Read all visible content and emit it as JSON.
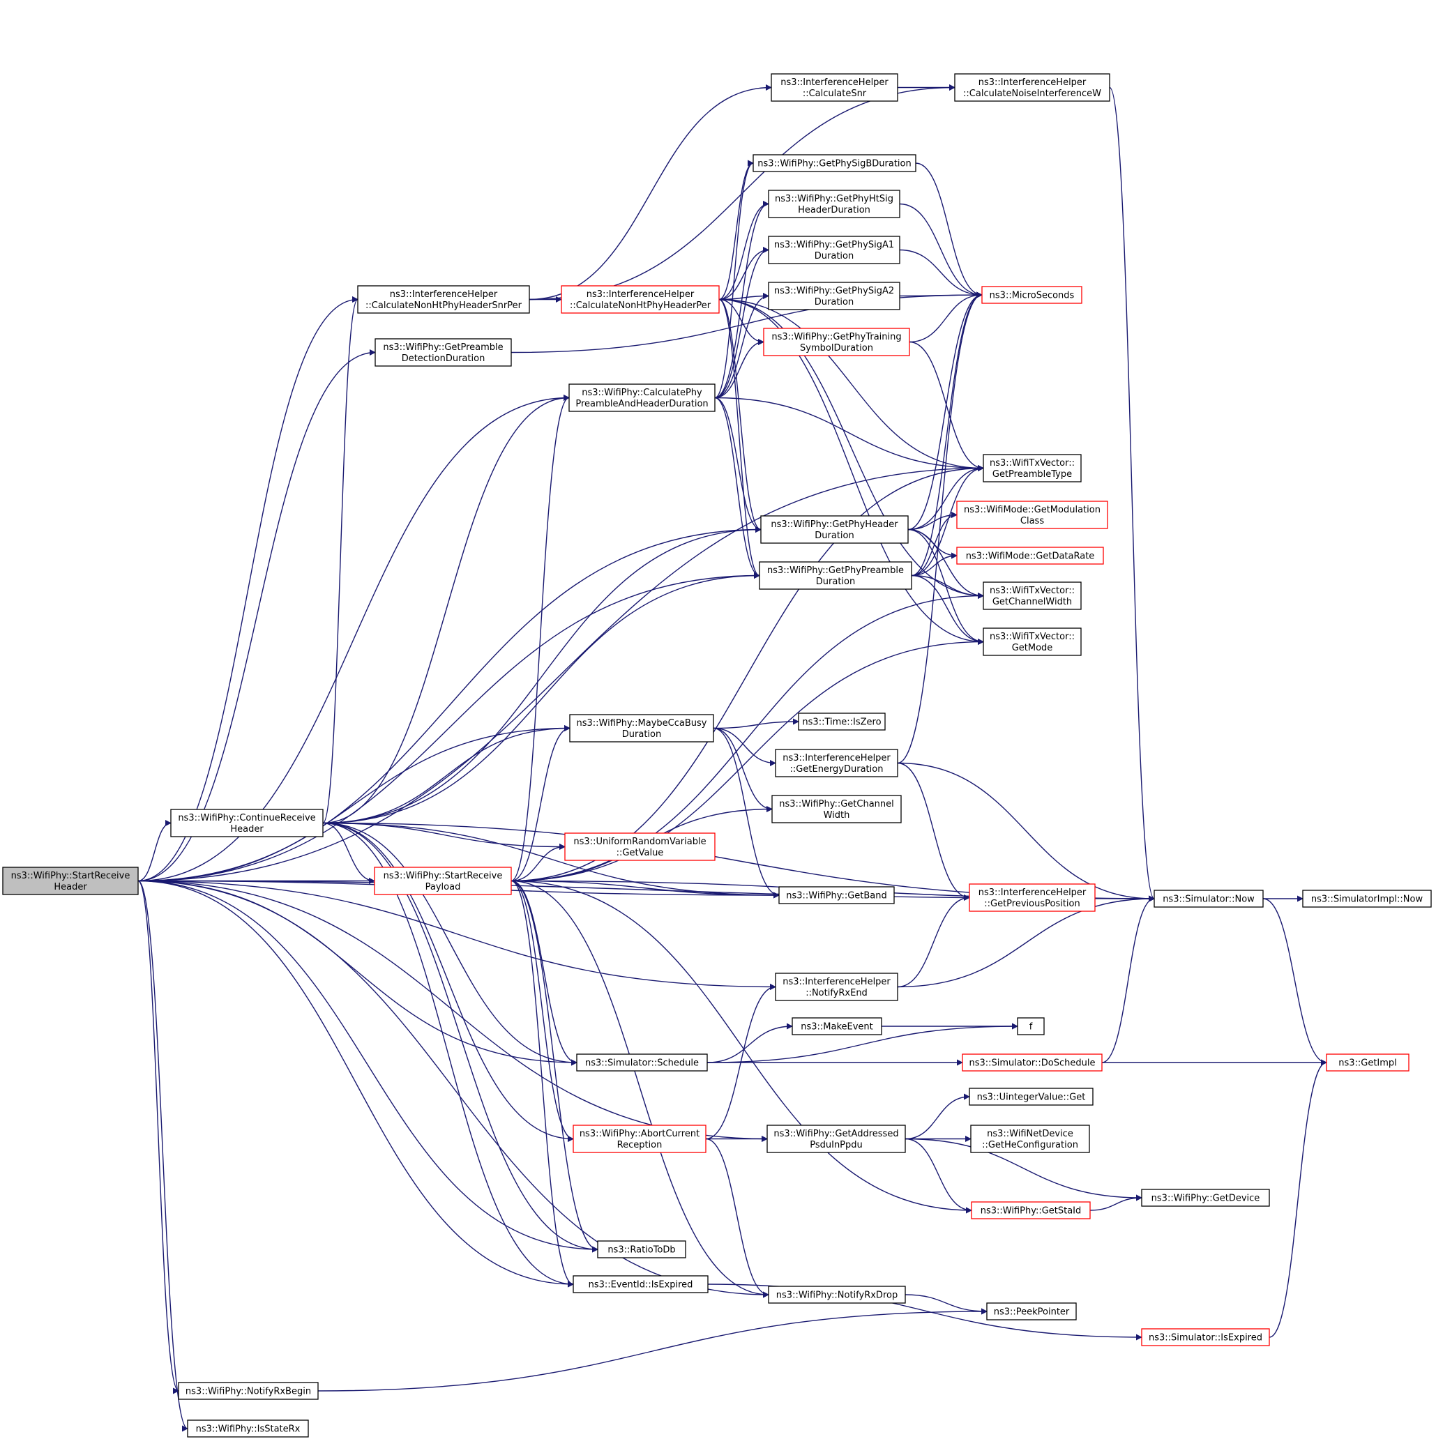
{
  "colors": {
    "edge": "#191970",
    "node_border": "#000000",
    "node_border_undocumented": "#ff0000",
    "root_fill": "#bfbfbf",
    "node_fill": "#ffffff"
  },
  "nodes": [
    {
      "id": "root",
      "lines": [
        "ns3::WifiPhy::StartReceive",
        "Header"
      ],
      "style": "root"
    },
    {
      "id": "calcNonHtSnrPer",
      "lines": [
        "ns3::InterferenceHelper",
        "::CalculateNonHtPhyHeaderSnrPer"
      ],
      "style": "black"
    },
    {
      "id": "getPreambleDet",
      "lines": [
        "ns3::WifiPhy::GetPreamble",
        "DetectionDuration"
      ],
      "style": "black"
    },
    {
      "id": "continueRx",
      "lines": [
        "ns3::WifiPhy::ContinueReceive",
        "Header"
      ],
      "style": "black"
    },
    {
      "id": "notifyRxBegin",
      "lines": [
        "ns3::WifiPhy::NotifyRxBegin"
      ],
      "style": "black"
    },
    {
      "id": "isStateRx",
      "lines": [
        "ns3::WifiPhy::IsStateRx"
      ],
      "style": "black"
    },
    {
      "id": "calcNonHtPer",
      "lines": [
        "ns3::InterferenceHelper",
        "::CalculateNonHtPhyHeaderPer"
      ],
      "style": "red"
    },
    {
      "id": "calcPhyPreamble",
      "lines": [
        "ns3::WifiPhy::CalculatePhy",
        "PreambleAndHeaderDuration"
      ],
      "style": "black"
    },
    {
      "id": "maybeCca",
      "lines": [
        "ns3::WifiPhy::MaybeCcaBusy",
        "Duration"
      ],
      "style": "black"
    },
    {
      "id": "startRxPayload",
      "lines": [
        "ns3::WifiPhy::StartReceive",
        "Payload"
      ],
      "style": "red"
    },
    {
      "id": "schedule",
      "lines": [
        "ns3::Simulator::Schedule"
      ],
      "style": "black"
    },
    {
      "id": "abortRx",
      "lines": [
        "ns3::WifiPhy::AbortCurrent",
        "Reception"
      ],
      "style": "red"
    },
    {
      "id": "ratioToDb",
      "lines": [
        "ns3::RatioToDb"
      ],
      "style": "black"
    },
    {
      "id": "eventIsExpired",
      "lines": [
        "ns3::EventId::IsExpired"
      ],
      "style": "black"
    },
    {
      "id": "uniformRv",
      "lines": [
        "ns3::UniformRandomVariable",
        "::GetValue"
      ],
      "style": "red"
    },
    {
      "id": "calcSnr",
      "lines": [
        "ns3::InterferenceHelper",
        "::CalculateSnr"
      ],
      "style": "black"
    },
    {
      "id": "sigB",
      "lines": [
        "ns3::WifiPhy::GetPhySigBDuration"
      ],
      "style": "black"
    },
    {
      "id": "htSig",
      "lines": [
        "ns3::WifiPhy::GetPhyHtSig",
        "HeaderDuration"
      ],
      "style": "black"
    },
    {
      "id": "sigA1",
      "lines": [
        "ns3::WifiPhy::GetPhySigA1",
        "Duration"
      ],
      "style": "black"
    },
    {
      "id": "sigA2",
      "lines": [
        "ns3::WifiPhy::GetPhySigA2",
        "Duration"
      ],
      "style": "black"
    },
    {
      "id": "trainingSym",
      "lines": [
        "ns3::WifiPhy::GetPhyTraining",
        "SymbolDuration"
      ],
      "style": "red"
    },
    {
      "id": "phyHeader",
      "lines": [
        "ns3::WifiPhy::GetPhyHeader",
        "Duration"
      ],
      "style": "black"
    },
    {
      "id": "phyPreamble",
      "lines": [
        "ns3::WifiPhy::GetPhyPreamble",
        "Duration"
      ],
      "style": "black"
    },
    {
      "id": "isZero",
      "lines": [
        "ns3::Time::IsZero"
      ],
      "style": "black"
    },
    {
      "id": "energyDur",
      "lines": [
        "ns3::InterferenceHelper",
        "::GetEnergyDuration"
      ],
      "style": "black"
    },
    {
      "id": "channelWidth",
      "lines": [
        "ns3::WifiPhy::GetChannel",
        "Width"
      ],
      "style": "black"
    },
    {
      "id": "getBand",
      "lines": [
        "ns3::WifiPhy::GetBand"
      ],
      "style": "black"
    },
    {
      "id": "notifyRxEnd",
      "lines": [
        "ns3::InterferenceHelper",
        "::NotifyRxEnd"
      ],
      "style": "black"
    },
    {
      "id": "makeEvent",
      "lines": [
        "ns3::MakeEvent"
      ],
      "style": "black"
    },
    {
      "id": "addressedPsdu",
      "lines": [
        "ns3::WifiPhy::GetAddressed",
        "PsduInPpdu"
      ],
      "style": "black"
    },
    {
      "id": "notifyRxDrop",
      "lines": [
        "ns3::WifiPhy::NotifyRxDrop"
      ],
      "style": "black"
    },
    {
      "id": "noiseInterf",
      "lines": [
        "ns3::InterferenceHelper",
        "::CalculateNoiseInterferenceW"
      ],
      "style": "black"
    },
    {
      "id": "microSeconds",
      "lines": [
        "ns3::MicroSeconds"
      ],
      "style": "red"
    },
    {
      "id": "preambleType",
      "lines": [
        "ns3::WifiTxVector::",
        "GetPreambleType"
      ],
      "style": "black"
    },
    {
      "id": "modClass",
      "lines": [
        "ns3::WifiMode::GetModulation",
        "Class"
      ],
      "style": "red"
    },
    {
      "id": "dataRate",
      "lines": [
        "ns3::WifiMode::GetDataRate"
      ],
      "style": "red"
    },
    {
      "id": "txChannelWidth",
      "lines": [
        "ns3::WifiTxVector::",
        "GetChannelWidth"
      ],
      "style": "black"
    },
    {
      "id": "txGetMode",
      "lines": [
        "ns3::WifiTxVector::",
        "GetMode"
      ],
      "style": "black"
    },
    {
      "id": "prevPos",
      "lines": [
        "ns3::InterferenceHelper",
        "::GetPreviousPosition"
      ],
      "style": "red"
    },
    {
      "id": "f",
      "lines": [
        "f"
      ],
      "style": "black"
    },
    {
      "id": "doSchedule",
      "lines": [
        "ns3::Simulator::DoSchedule"
      ],
      "style": "red"
    },
    {
      "id": "uintGet",
      "lines": [
        "ns3::UintegerValue::Get"
      ],
      "style": "black"
    },
    {
      "id": "heConfig",
      "lines": [
        "ns3::WifiNetDevice",
        "::GetHeConfiguration"
      ],
      "style": "black"
    },
    {
      "id": "getStaId",
      "lines": [
        "ns3::WifiPhy::GetStaId"
      ],
      "style": "red"
    },
    {
      "id": "peekPointer",
      "lines": [
        "ns3::PeekPointer"
      ],
      "style": "black"
    },
    {
      "id": "simIsExpired",
      "lines": [
        "ns3::Simulator::IsExpired"
      ],
      "style": "red"
    },
    {
      "id": "now",
      "lines": [
        "ns3::Simulator::Now"
      ],
      "style": "black"
    },
    {
      "id": "getDevice",
      "lines": [
        "ns3::WifiPhy::GetDevice"
      ],
      "style": "black"
    },
    {
      "id": "getImpl",
      "lines": [
        "ns3::GetImpl"
      ],
      "style": "red"
    },
    {
      "id": "simImplNow",
      "lines": [
        "ns3::SimulatorImpl::Now"
      ],
      "style": "black"
    }
  ],
  "edges": [
    [
      "root",
      "calcNonHtSnrPer"
    ],
    [
      "root",
      "getPreambleDet"
    ],
    [
      "root",
      "calcPhyPreamble"
    ],
    [
      "root",
      "preambleType"
    ],
    [
      "root",
      "phyHeader"
    ],
    [
      "root",
      "phyPreamble"
    ],
    [
      "root",
      "maybeCca"
    ],
    [
      "root",
      "continueRx"
    ],
    [
      "root",
      "startRxPayload"
    ],
    [
      "root",
      "getBand"
    ],
    [
      "root",
      "notifyRxEnd"
    ],
    [
      "root",
      "schedule"
    ],
    [
      "root",
      "addressedPsdu"
    ],
    [
      "root",
      "ratioToDb"
    ],
    [
      "root",
      "eventIsExpired"
    ],
    [
      "root",
      "notifyRxDrop"
    ],
    [
      "root",
      "notifyRxBegin"
    ],
    [
      "root",
      "isStateRx"
    ],
    [
      "root",
      "now"
    ],
    [
      "calcNonHtSnrPer",
      "calcNonHtPer"
    ],
    [
      "calcNonHtSnrPer",
      "calcSnr"
    ],
    [
      "calcNonHtSnrPer",
      "noiseInterf"
    ],
    [
      "getPreambleDet",
      "microSeconds"
    ],
    [
      "calcNonHtPer",
      "sigB"
    ],
    [
      "calcNonHtPer",
      "htSig"
    ],
    [
      "calcNonHtPer",
      "sigA1"
    ],
    [
      "calcNonHtPer",
      "sigA2"
    ],
    [
      "calcNonHtPer",
      "trainingSym"
    ],
    [
      "calcNonHtPer",
      "phyHeader"
    ],
    [
      "calcNonHtPer",
      "phyPreamble"
    ],
    [
      "calcNonHtPer",
      "preambleType"
    ],
    [
      "calcNonHtPer",
      "txChannelWidth"
    ],
    [
      "calcNonHtPer",
      "txGetMode"
    ],
    [
      "calcSnr",
      "noiseInterf"
    ],
    [
      "noiseInterf",
      "now"
    ],
    [
      "sigB",
      "microSeconds"
    ],
    [
      "htSig",
      "microSeconds"
    ],
    [
      "sigA1",
      "microSeconds"
    ],
    [
      "sigA2",
      "microSeconds"
    ],
    [
      "trainingSym",
      "microSeconds"
    ],
    [
      "trainingSym",
      "preambleType"
    ],
    [
      "calcPhyPreamble",
      "sigB"
    ],
    [
      "calcPhyPreamble",
      "htSig"
    ],
    [
      "calcPhyPreamble",
      "sigA1"
    ],
    [
      "calcPhyPreamble",
      "sigA2"
    ],
    [
      "calcPhyPreamble",
      "trainingSym"
    ],
    [
      "calcPhyPreamble",
      "phyHeader"
    ],
    [
      "calcPhyPreamble",
      "phyPreamble"
    ],
    [
      "calcPhyPreamble",
      "preambleType"
    ],
    [
      "phyHeader",
      "microSeconds"
    ],
    [
      "phyHeader",
      "preambleType"
    ],
    [
      "phyHeader",
      "modClass"
    ],
    [
      "phyHeader",
      "dataRate"
    ],
    [
      "phyHeader",
      "txChannelWidth"
    ],
    [
      "phyHeader",
      "txGetMode"
    ],
    [
      "phyPreamble",
      "microSeconds"
    ],
    [
      "phyPreamble",
      "preambleType"
    ],
    [
      "phyPreamble",
      "modClass"
    ],
    [
      "phyPreamble",
      "dataRate"
    ],
    [
      "phyPreamble",
      "txChannelWidth"
    ],
    [
      "phyPreamble",
      "txGetMode"
    ],
    [
      "continueRx",
      "calcNonHtSnrPer"
    ],
    [
      "continueRx",
      "calcPhyPreamble"
    ],
    [
      "continueRx",
      "phyHeader"
    ],
    [
      "continueRx",
      "phyPreamble"
    ],
    [
      "continueRx",
      "maybeCca"
    ],
    [
      "continueRx",
      "uniformRv"
    ],
    [
      "continueRx",
      "startRxPayload"
    ],
    [
      "continueRx",
      "getBand"
    ],
    [
      "continueRx",
      "schedule"
    ],
    [
      "continueRx",
      "abortRx"
    ],
    [
      "continueRx",
      "ratioToDb"
    ],
    [
      "continueRx",
      "eventIsExpired"
    ],
    [
      "continueRx",
      "now"
    ],
    [
      "startRxPayload",
      "calcPhyPreamble"
    ],
    [
      "startRxPayload",
      "maybeCca"
    ],
    [
      "startRxPayload",
      "preambleType"
    ],
    [
      "startRxPayload",
      "txChannelWidth"
    ],
    [
      "startRxPayload",
      "txGetMode"
    ],
    [
      "startRxPayload",
      "uniformRv"
    ],
    [
      "startRxPayload",
      "channelWidth"
    ],
    [
      "startRxPayload",
      "getBand"
    ],
    [
      "startRxPayload",
      "now"
    ],
    [
      "startRxPayload",
      "schedule"
    ],
    [
      "startRxPayload",
      "abortRx"
    ],
    [
      "startRxPayload",
      "getStaId"
    ],
    [
      "startRxPayload",
      "ratioToDb"
    ],
    [
      "startRxPayload",
      "eventIsExpired"
    ],
    [
      "startRxPayload",
      "notifyRxDrop"
    ],
    [
      "maybeCca",
      "isZero"
    ],
    [
      "maybeCca",
      "energyDur"
    ],
    [
      "maybeCca",
      "channelWidth"
    ],
    [
      "maybeCca",
      "getBand"
    ],
    [
      "energyDur",
      "microSeconds"
    ],
    [
      "energyDur",
      "now"
    ],
    [
      "energyDur",
      "prevPos"
    ],
    [
      "notifyRxEnd",
      "prevPos"
    ],
    [
      "notifyRxEnd",
      "now"
    ],
    [
      "schedule",
      "makeEvent"
    ],
    [
      "schedule",
      "f"
    ],
    [
      "schedule",
      "doSchedule"
    ],
    [
      "makeEvent",
      "f"
    ],
    [
      "doSchedule",
      "now"
    ],
    [
      "doSchedule",
      "getImpl"
    ],
    [
      "abortRx",
      "notifyRxEnd"
    ],
    [
      "abortRx",
      "addressedPsdu"
    ],
    [
      "abortRx",
      "notifyRxDrop"
    ],
    [
      "addressedPsdu",
      "uintGet"
    ],
    [
      "addressedPsdu",
      "heConfig"
    ],
    [
      "addressedPsdu",
      "getDevice"
    ],
    [
      "addressedPsdu",
      "getStaId"
    ],
    [
      "getStaId",
      "getDevice"
    ],
    [
      "notifyRxDrop",
      "peekPointer"
    ],
    [
      "notifyRxBegin",
      "peekPointer"
    ],
    [
      "eventIsExpired",
      "simIsExpired"
    ],
    [
      "simIsExpired",
      "getImpl"
    ],
    [
      "now",
      "simImplNow"
    ],
    [
      "now",
      "getImpl"
    ]
  ]
}
